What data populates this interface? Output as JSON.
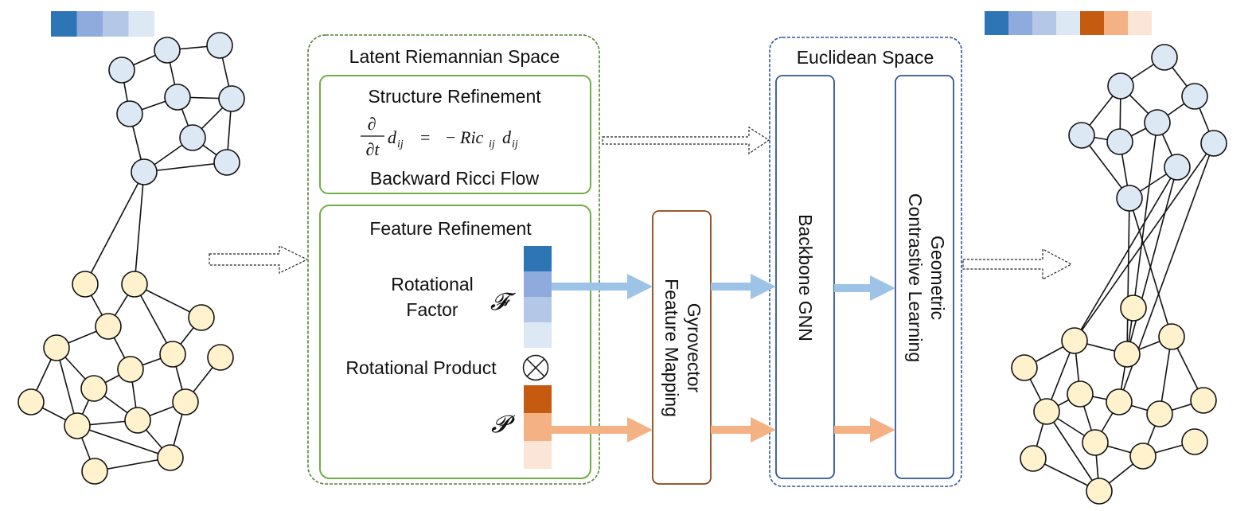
{
  "colors": {
    "blue_scale": [
      "#2e75b6",
      "#8faadc",
      "#b4c7e7",
      "#dde8f5"
    ],
    "orange_scale": [
      "#c55a11",
      "#f4b183",
      "#fbe5d6"
    ],
    "blue_node_fill": "#dde8f5",
    "yellow_node_fill": "#fff2cc",
    "latent_border": "#548235",
    "refinement_border": "#70ad47",
    "gyro_border": "#8b4513",
    "euclid_border": "#2f5597",
    "blue_arrow": "#9dc3e6",
    "orange_arrow": "#f4b183"
  },
  "latent_space": {
    "title": "Latent Riemannian Space",
    "structure": {
      "title": "Structure Refinement",
      "equation": {
        "numerator": "∂",
        "denominator": "∂t",
        "lhs": "d",
        "lhs_sub": "ij",
        "equals": "=",
        "minus": "−",
        "rhs_ric": "Ric",
        "rhs_ric_sub": "ij",
        "rhs_d": "d",
        "rhs_d_sub": "ij"
      },
      "subtitle": "Backward Ricci Flow"
    },
    "feature": {
      "title": "Feature Refinement",
      "rotational_factor_line1": "Rotational",
      "rotational_factor_line2": "Factor",
      "factor_symbol": "𝓕",
      "product_label": "Rotational Product",
      "product_symbol": "⊗",
      "p_symbol": "𝓟"
    }
  },
  "gyro": {
    "line1": "Gyrovector",
    "line2": "Feature Mapping"
  },
  "euclidean_space": {
    "title": "Euclidean Space",
    "backbone": "Backbone GNN",
    "contrastive_line1": "Geometric",
    "contrastive_line2": "Contrastive Learning"
  },
  "input_graph": {
    "legend": [
      "blue-1",
      "blue-2",
      "blue-3",
      "blue-4"
    ],
    "blue_nodes": [
      [
        153,
        88
      ],
      [
        210,
        63
      ],
      [
        276,
        57
      ],
      [
        163,
        143
      ],
      [
        223,
        122
      ],
      [
        291,
        124
      ],
      [
        242,
        173
      ],
      [
        285,
        204
      ],
      [
        181,
        216
      ]
    ],
    "yellow_nodes": [
      [
        107,
        357
      ],
      [
        169,
        357
      ],
      [
        136,
        410
      ],
      [
        253,
        399
      ],
      [
        71,
        437
      ],
      [
        164,
        464
      ],
      [
        217,
        445
      ],
      [
        277,
        449
      ],
      [
        118,
        488
      ],
      [
        39,
        505
      ],
      [
        97,
        535
      ],
      [
        173,
        528
      ],
      [
        233,
        505
      ],
      [
        214,
        575
      ],
      [
        119,
        592
      ]
    ]
  },
  "output_graph": {
    "legend": [
      "blue-1",
      "blue-2",
      "blue-3",
      "blue-4",
      "orange-1",
      "orange-2",
      "orange-3"
    ],
    "blue_nodes": [
      [
        1463,
        72
      ],
      [
        1408,
        108
      ],
      [
        1501,
        121
      ],
      [
        1454,
        154
      ],
      [
        1359,
        170
      ],
      [
        1407,
        178
      ],
      [
        1525,
        180
      ],
      [
        1479,
        210
      ],
      [
        1419,
        249
      ]
    ],
    "yellow_nodes": [
      [
        1424,
        387
      ],
      [
        1350,
        428
      ],
      [
        1472,
        423
      ],
      [
        1416,
        445
      ],
      [
        1287,
        462
      ],
      [
        1357,
        495
      ],
      [
        1406,
        505
      ],
      [
        1457,
        520
      ],
      [
        1512,
        503
      ],
      [
        1315,
        517
      ],
      [
        1376,
        556
      ],
      [
        1436,
        573
      ],
      [
        1501,
        555
      ],
      [
        1298,
        576
      ],
      [
        1381,
        617
      ]
    ]
  }
}
